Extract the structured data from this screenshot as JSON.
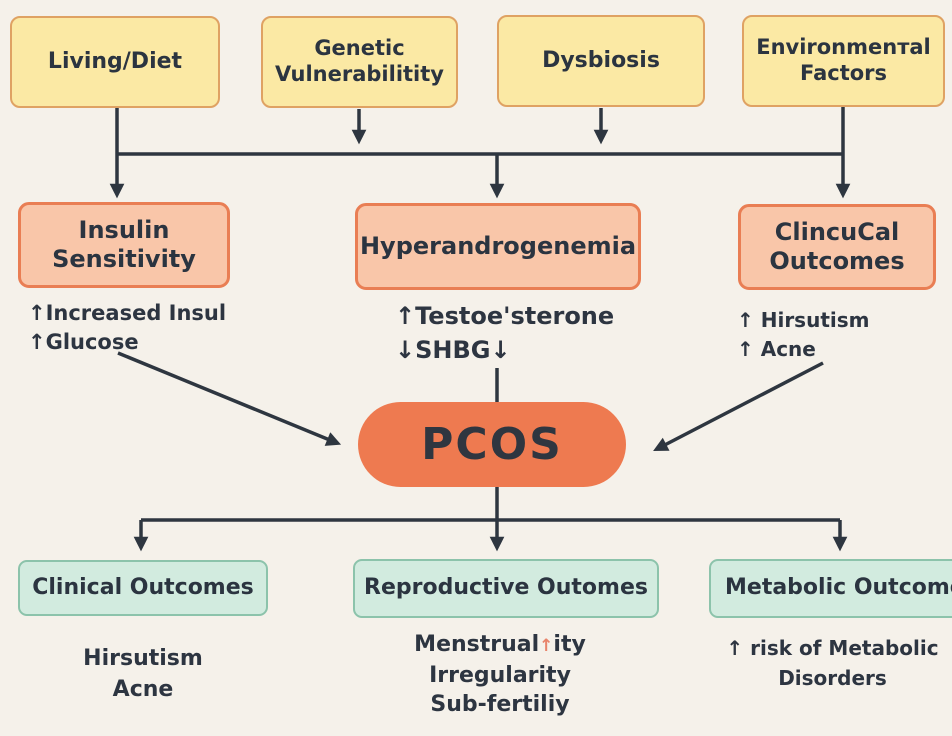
{
  "boxes": {
    "top": [
      {
        "label": "Living/Diet"
      },
      {
        "label": "Genetic Vulnerabilitity"
      },
      {
        "label": "Dysbiosis"
      },
      {
        "label": "Environmenтal Factors"
      }
    ],
    "middle": [
      {
        "label": "Insulin Sensitivity",
        "note_lines": [
          "↑Increased Insul",
          "↑Glucose"
        ]
      },
      {
        "label": "Hyperandrogenemia",
        "note_lines": [
          "↑Testoe'sterone",
          "↓SHBG↓"
        ]
      },
      {
        "label": "ClincuCal Outcomes",
        "note_lines": [
          "↑ Hirsutism",
          "↑ Acne"
        ]
      }
    ],
    "center": {
      "label": "PCOS"
    },
    "bottom": [
      {
        "label": "Clinical Outcomes",
        "note_lines": [
          "Hirsutism",
          "Acne"
        ]
      },
      {
        "label": "Reproductive Outomes",
        "note_line1": {
          "pre": "Menstrual",
          "mark": "↑",
          "post": "ity"
        },
        "note_lines": [
          "Irregularity",
          "Sub-fertiliy"
        ]
      },
      {
        "label": "Metabolic Outcomes",
        "note_lines": [
          "↑ risk of Metabolic",
          "Disorders"
        ]
      }
    ]
  },
  "colors": {
    "background": "#f5f1ea",
    "top_box_fill": "#fbe9a4",
    "top_box_border": "#dfa263",
    "middle_box_fill": "#f9c6a9",
    "middle_box_border": "#e97e54",
    "center_fill": "#ee7a50",
    "bottom_box_fill": "#d2ebdf",
    "bottom_box_border": "#8cc3ab",
    "text": "#2d3541",
    "line": "#2e3640",
    "mark_accent": "#e8836a"
  }
}
